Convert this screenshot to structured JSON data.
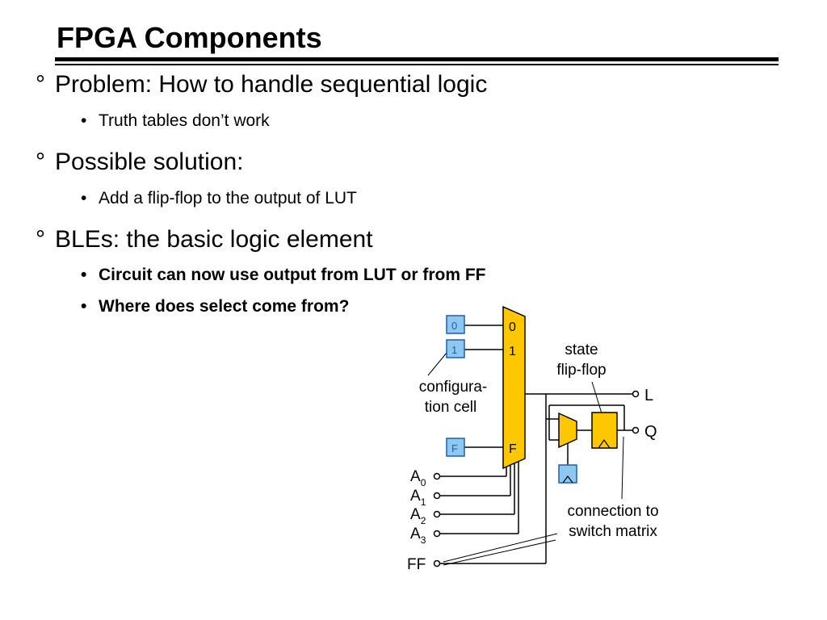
{
  "slide": {
    "title": "FPGA Components",
    "bullets": [
      {
        "marker": "°",
        "text": "Problem: How to handle sequential logic",
        "sub": [
          {
            "marker": "•",
            "text": "Truth tables don’t work"
          }
        ]
      },
      {
        "marker": "°",
        "text": "Possible solution:",
        "sub": [
          {
            "marker": "•",
            "text": "Add a flip-flop to the output of LUT"
          }
        ]
      },
      {
        "marker": "°",
        "text": "BLEs: the basic logic element",
        "sub": [
          {
            "marker": "•",
            "text": "Circuit can now use output from LUT or from FF"
          },
          {
            "marker": "•",
            "text": "Where does select come from?"
          }
        ]
      }
    ]
  },
  "diagram": {
    "config_cells": [
      "0",
      "1",
      "F"
    ],
    "mux_inputs": [
      "0",
      "1",
      "F"
    ],
    "label_config_cell": [
      "configura-",
      "tion cell"
    ],
    "label_state_ff": [
      "state",
      "flip-flop"
    ],
    "label_connection": [
      "connection to",
      "switch matrix"
    ],
    "outputs": [
      "L",
      "Q"
    ],
    "inputs": [
      {
        "base": "A",
        "sub": "0"
      },
      {
        "base": "A",
        "sub": "1"
      },
      {
        "base": "A",
        "sub": "2"
      },
      {
        "base": "A",
        "sub": "3"
      }
    ],
    "ff_input": "FF",
    "colors": {
      "lut_fill": "#FFC700",
      "cell_fill": "#8EC8F0",
      "cell_stroke": "#1F5FA8",
      "wire": "#000000"
    }
  }
}
